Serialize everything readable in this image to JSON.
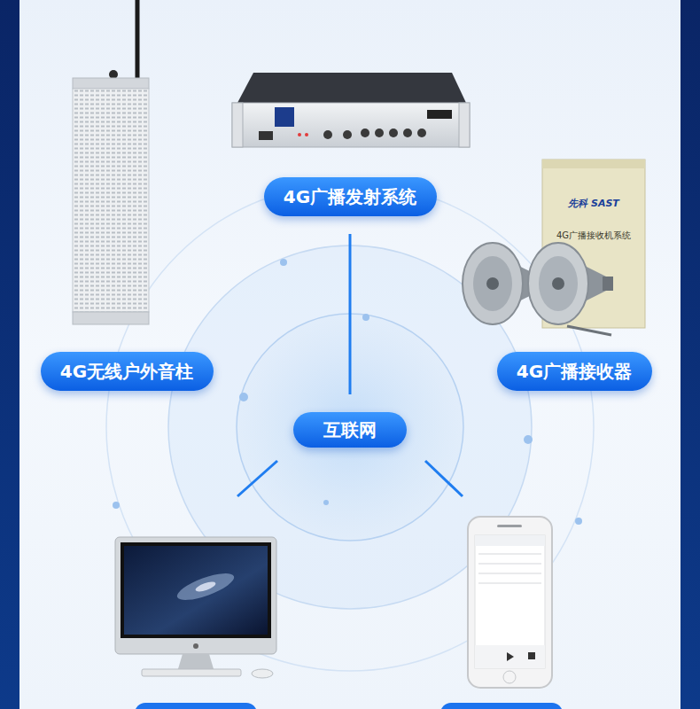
{
  "diagram": {
    "nodes": [
      {
        "text": [
          "4G广播发射系统"
        ]
      },
      {
        "text": [
          "4G无线户外音柱"
        ]
      },
      {
        "text": [
          "4G广播接收器"
        ]
      },
      {
        "text": [
          "互联网"
        ]
      }
    ],
    "edges": [
      {
        "from": 3,
        "to": 0,
        "arrow": "none"
      }
    ],
    "labels": [
      "先科 SAST",
      "4G广播接收机系统"
    ]
  }
}
